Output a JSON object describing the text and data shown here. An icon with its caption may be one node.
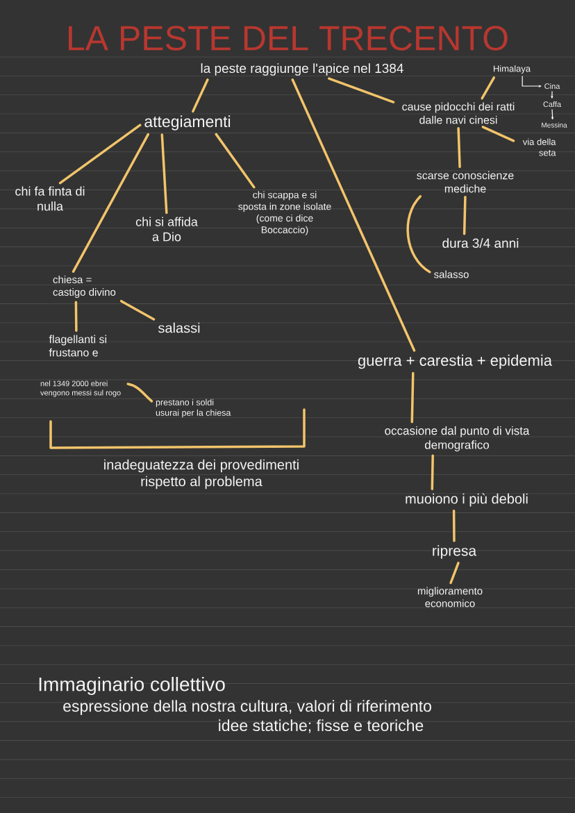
{
  "diagram": {
    "title": "LA PESTE DEL TRECENTO",
    "nodes": [
      {
        "text": [
          "la peste raggiunge l'apice nel 1384"
        ]
      },
      {
        "text": [
          "attegiamenti"
        ]
      },
      {
        "text": [
          "chi fa finta di nulla"
        ]
      },
      {
        "text": [
          "chi si affida a Dio"
        ]
      },
      {
        "text": [
          "chi scappa e si sposta in zone isolate (come ci dice Boccaccio)"
        ]
      },
      {
        "text": [
          "chiesa = castigo divino"
        ]
      },
      {
        "text": [
          "salassi"
        ]
      },
      {
        "text": [
          "flagellanti si frustano e"
        ]
      },
      {
        "text": [
          "nel 1349 2000 ebrei vengono messi sul rogo"
        ]
      },
      {
        "text": [
          "prestano i soldi usurai per la chiesa"
        ]
      },
      {
        "text": [
          "cause pidocchi dei ratti dalle navi cinesi"
        ]
      },
      {
        "text": [
          "Himalaya"
        ]
      },
      {
        "text": [
          "Cina"
        ]
      },
      {
        "text": [
          "Caffa"
        ]
      },
      {
        "text": [
          "Messina"
        ]
      },
      {
        "text": [
          "via della seta"
        ]
      },
      {
        "text": [
          "scarse conoscienze mediche"
        ]
      },
      {
        "text": [
          "dura 3/4 anni"
        ]
      },
      {
        "text": [
          "salasso"
        ]
      },
      {
        "text": [
          "guerra + carestia + epidemia"
        ]
      },
      {
        "text": [
          "occasione dal punto di vista demografico"
        ]
      },
      {
        "text": [
          "muoiono i più deboli"
        ]
      },
      {
        "text": [
          "ripresa"
        ]
      },
      {
        "text": [
          "miglioramento economico"
        ]
      }
    ],
    "edges": [
      {
        "from": 0,
        "to": 1,
        "arrow": "none"
      },
      {
        "from": 0,
        "to": 19,
        "arrow": "none"
      },
      {
        "from": 0,
        "to": 10,
        "arrow": "none"
      },
      {
        "from": 1,
        "to": 2,
        "arrow": "none"
      },
      {
        "from": 1,
        "to": 3,
        "arrow": "none"
      },
      {
        "from": 1,
        "to": 4,
        "arrow": "none"
      },
      {
        "from": 1,
        "to": 5,
        "arrow": "none"
      },
      {
        "from": 5,
        "to": 7,
        "arrow": "none"
      },
      {
        "from": 5,
        "to": 6,
        "arrow": "none"
      },
      {
        "from": 8,
        "to": 9,
        "arrow": "none"
      },
      {
        "from": 10,
        "to": 11,
        "arrow": "none"
      },
      {
        "from": 11,
        "to": 12,
        "arrow": "to",
        "color": "#ffffff"
      },
      {
        "from": 12,
        "to": 13,
        "arrow": "to",
        "color": "#ffffff"
      },
      {
        "from": 13,
        "to": 14,
        "arrow": "to",
        "color": "#ffffff"
      },
      {
        "from": 10,
        "to": 15,
        "arrow": "none"
      },
      {
        "from": 10,
        "to": 16,
        "arrow": "none"
      },
      {
        "from": 16,
        "to": 17,
        "arrow": "none"
      },
      {
        "from": 16,
        "to": 18,
        "arrow": "none"
      },
      {
        "from": 19,
        "to": 20,
        "arrow": "none"
      },
      {
        "from": 20,
        "to": 21,
        "arrow": "none"
      },
      {
        "from": 21,
        "to": 22,
        "arrow": "none"
      },
      {
        "from": 22,
        "to": 23,
        "arrow": "none"
      }
    ],
    "labels": [
      "inadeguatezza dei provedimenti rispetto al problema",
      "Immaginario collettivo",
      "espressione della nostra cultura, valori di riferimento",
      "idee statiche; fisse e teoriche"
    ]
  }
}
